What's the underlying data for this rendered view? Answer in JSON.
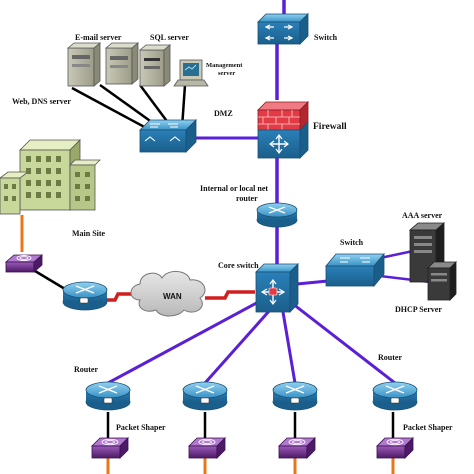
{
  "labels": {
    "email_server": "E-mail server",
    "sql_server": "SQL  server",
    "management_server_1": "Management",
    "management_server_2": "server",
    "web_dns_server": "Web, DNS server",
    "dmz": "DMZ",
    "switch_top": "Switch",
    "firewall": "Firewall",
    "internal_router_1": "Internal or local net",
    "internal_router_2": "router",
    "main_site": "Main Site",
    "switch_mid": "Switch",
    "aaa_server": "AAA server",
    "core_switch": "Core switch",
    "wan": "WAN",
    "dhcp_server": "DHCP Server",
    "router_left": "Router",
    "router_right": "Router",
    "packet_shaper_left": "Packet Shaper",
    "packet_shaper_right": "Packet Shaper"
  },
  "colors": {
    "link_blue": "#5a1fd6",
    "link_red": "#d11f1f",
    "link_orange": "#e8771a",
    "link_black": "#000000",
    "device_blue": "#2b7fb5",
    "firewall_red": "#e23b45",
    "shaper_purple": "#6b2a8a"
  }
}
